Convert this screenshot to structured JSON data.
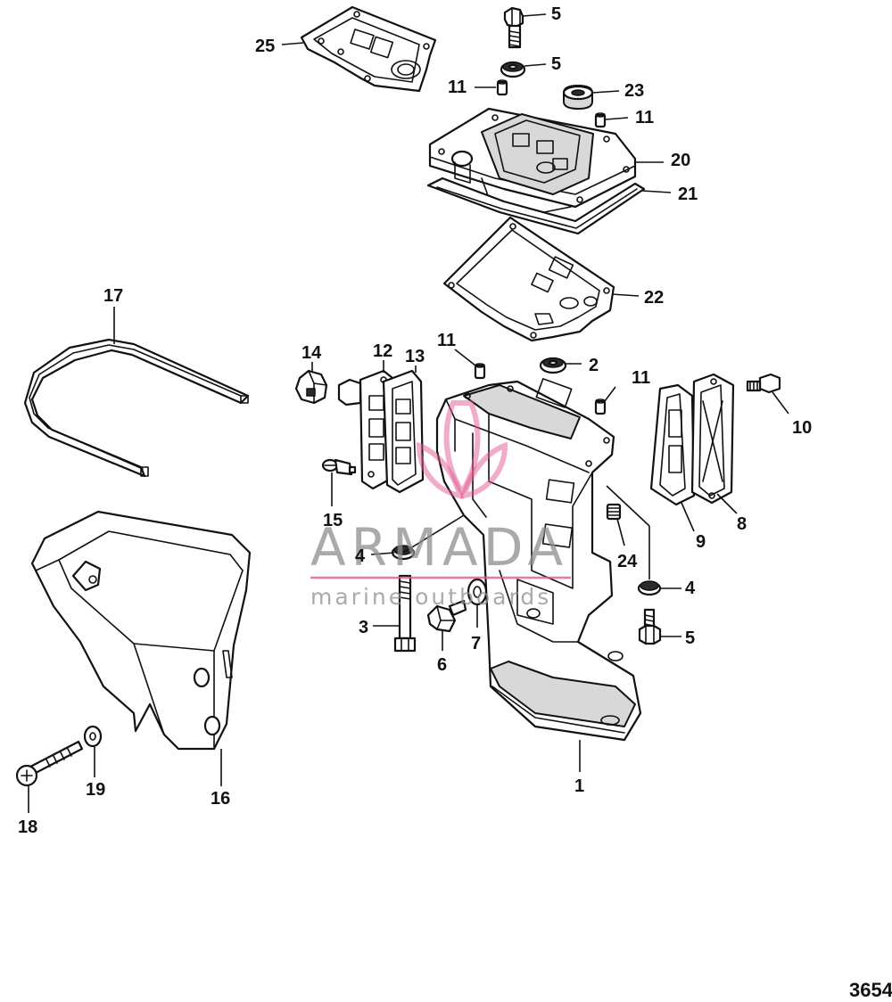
{
  "watermark": {
    "brand": "ARMADA",
    "tagline": "marine outboards",
    "accent": "#e15a92"
  },
  "diagram_number": "3654",
  "callouts": [
    {
      "id": "c25a",
      "label": "25"
    },
    {
      "id": "c5a",
      "label": "5"
    },
    {
      "id": "c5b",
      "label": "5"
    },
    {
      "id": "c11a",
      "label": "11"
    },
    {
      "id": "c23",
      "label": "23"
    },
    {
      "id": "c11b",
      "label": "11"
    },
    {
      "id": "c20",
      "label": "20"
    },
    {
      "id": "c21",
      "label": "21"
    },
    {
      "id": "c22",
      "label": "22"
    },
    {
      "id": "c17",
      "label": "17"
    },
    {
      "id": "c14",
      "label": "14"
    },
    {
      "id": "c12",
      "label": "12"
    },
    {
      "id": "c13",
      "label": "13"
    },
    {
      "id": "c11c",
      "label": "11"
    },
    {
      "id": "c2",
      "label": "2"
    },
    {
      "id": "c11d",
      "label": "11"
    },
    {
      "id": "c10",
      "label": "10"
    },
    {
      "id": "c15",
      "label": "15"
    },
    {
      "id": "c8",
      "label": "8"
    },
    {
      "id": "c9",
      "label": "9"
    },
    {
      "id": "c24",
      "label": "24"
    },
    {
      "id": "c4a",
      "label": "4"
    },
    {
      "id": "c4b",
      "label": "4"
    },
    {
      "id": "c3",
      "label": "3"
    },
    {
      "id": "c7",
      "label": "7"
    },
    {
      "id": "c6",
      "label": "6"
    },
    {
      "id": "c5c",
      "label": "5"
    },
    {
      "id": "c19",
      "label": "19"
    },
    {
      "id": "c16",
      "label": "16"
    },
    {
      "id": "c1",
      "label": "1"
    },
    {
      "id": "c18",
      "label": "18"
    }
  ]
}
